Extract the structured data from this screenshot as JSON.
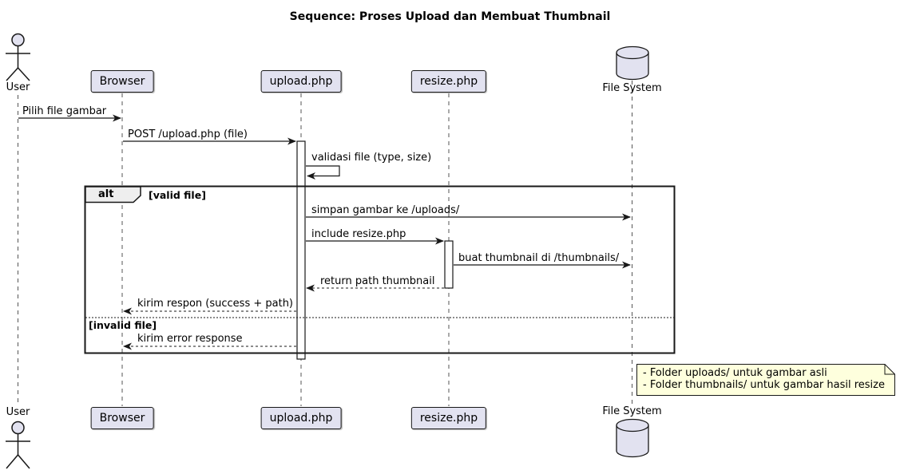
{
  "title": "Sequence: Proses Upload dan Membuat Thumbnail",
  "participants": {
    "user": "User",
    "browser": "Browser",
    "upload": "upload.php",
    "resize": "resize.php",
    "filesystem": "File System"
  },
  "messages": {
    "m1": "Pilih file gambar",
    "m2": "POST /upload.php (file)",
    "m3": "validasi file (type, size)",
    "m4": "simpan gambar ke /uploads/",
    "m5": "include resize.php",
    "m6": "buat thumbnail di /thumbnails/",
    "m7": "return path thumbnail",
    "m8": "kirim respon (success + path)",
    "m9": "kirim error response"
  },
  "frame": {
    "operator": "alt",
    "guard_valid": "[valid file]",
    "guard_invalid": "[invalid file]"
  },
  "note": {
    "line1": "- Folder uploads/ untuk gambar asli",
    "line2": "- Folder thumbnails/ untuk gambar hasil resize"
  },
  "colors": {
    "participant_fill": "#E2E2F0",
    "participant_border": "#181818",
    "note_fill": "#FEFFDD",
    "frame_border": "#181818",
    "operator_fill": "#EEEEEE",
    "lifeline": "#555555",
    "background": "#FFFFFF"
  }
}
